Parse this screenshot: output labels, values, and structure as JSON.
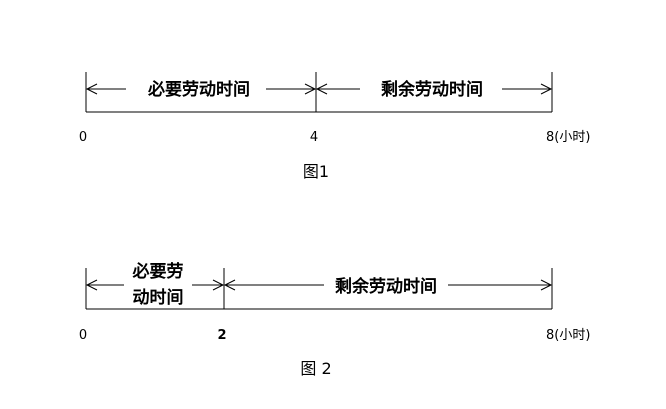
{
  "figure1": {
    "segment_necessary": "必要劳动时间",
    "segment_surplus": "剩余劳动时间",
    "tick_start": "0",
    "tick_mid": "4",
    "tick_end": "8(小时)",
    "caption": "图1"
  },
  "figure2": {
    "segment_necessary_line1": "必要劳",
    "segment_necessary_line2": "动时间",
    "segment_surplus": "剩余劳动时间",
    "tick_start": "0",
    "tick_mid": "2",
    "tick_end": "8(小时)",
    "caption": "图 2"
  }
}
